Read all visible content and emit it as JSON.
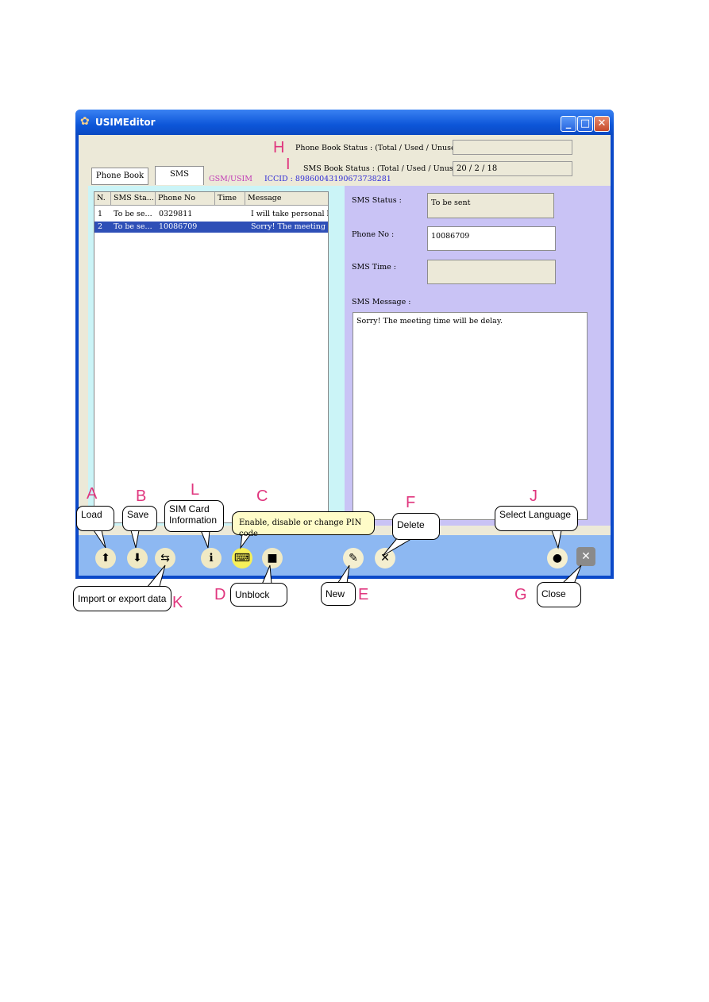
{
  "window": {
    "title": "USIMEditor"
  },
  "header": {
    "phonebook_status_label": "Phone Book Status : (Total / Used / Unused)",
    "phonebook_status_value": "",
    "sms_status_label": "SMS Book Status : (Total / Used / Unused)",
    "sms_status_value": "20 / 2 / 18",
    "tabs": [
      {
        "label": "Phone Book"
      },
      {
        "label": "SMS"
      }
    ],
    "card_type": "GSM/USIM",
    "iccid": "ICCID : 89860043190673738281"
  },
  "sms_list": {
    "columns": [
      "N.",
      "SMS Sta...",
      "Phone No",
      "Time",
      "Message"
    ],
    "rows": [
      {
        "n": "1",
        "status": "To be se...",
        "phone": "0329811",
        "time": "",
        "message": "I will take personal lea",
        "selected": false
      },
      {
        "n": "2",
        "status": "To be se...",
        "phone": "10086709",
        "time": "",
        "message": "Sorry! The meeting tim",
        "selected": true
      }
    ]
  },
  "detail": {
    "status_label": "SMS Status :",
    "status_value": "To be sent",
    "phone_label": "Phone No :",
    "phone_value": "10086709",
    "time_label": "SMS Time :",
    "time_value": "",
    "message_label": "SMS Message :",
    "message_value": "Sorry! The meeting time will be delay."
  },
  "toolbar": {
    "icons": [
      "load-icon",
      "save-icon",
      "import-export-icon",
      "sim-info-icon",
      "pin-code-icon",
      "unblock-icon",
      "new-icon",
      "delete-icon",
      "select-language-icon",
      "close-icon"
    ]
  },
  "annotations": {
    "letters": {
      "A": "A",
      "B": "B",
      "C": "C",
      "D": "D",
      "E": "E",
      "F": "F",
      "G": "G",
      "H": "H",
      "I": "I",
      "J": "J",
      "K": "K",
      "L": "L"
    },
    "callouts": {
      "load": "Load",
      "save": "Save",
      "sim_info": "SIM Card Information",
      "pin": "Enable, disable or change PIN code",
      "delete": "Delete",
      "select_language": "Select Language",
      "import_export": "Import or export data",
      "unblock": "Unblock",
      "new": "New",
      "close": "Close"
    }
  },
  "colors": {
    "title_bar": "#0d56d9",
    "list_pane": "#cbf4f7",
    "detail_pane": "#c9c3f5",
    "toolbar": "#8db8f2",
    "annotation_letter": "#e0367e",
    "selection": "#2e4fb7"
  }
}
